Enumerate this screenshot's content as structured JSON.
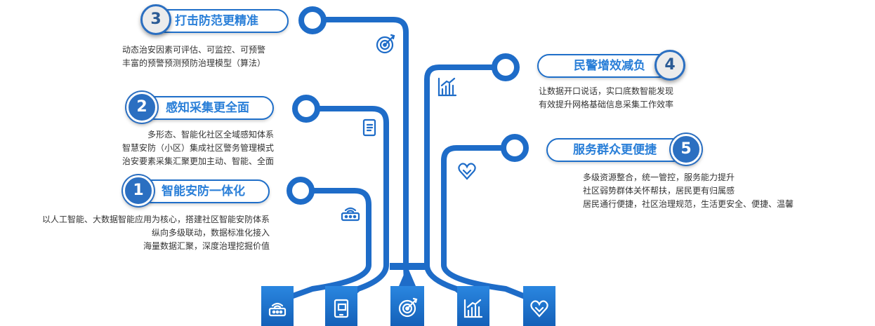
{
  "items": [
    {
      "num": "1",
      "title": "智能安防一体化",
      "lines": [
        "以人工智能、大数据智能应用为核心，搭建社区智能安防体系",
        "纵向多级联动，数据标准化接入",
        "海量数据汇聚，深度治理挖掘价值"
      ]
    },
    {
      "num": "2",
      "title": "感知采集更全面",
      "lines": [
        "多形态、智能化社区全域感知体系",
        "智慧安防（小区）集成社区警务管理模式",
        "治安要素采集汇聚更加主动、智能、全面"
      ]
    },
    {
      "num": "3",
      "title": "打击防范更精准",
      "lines": [
        "动态治安因素可评估、可监控、可预警",
        "丰富的预警预测预防治理模型（算法）"
      ]
    },
    {
      "num": "4",
      "title": "民警增效减负",
      "lines": [
        "让数据开口说话，实口底数智能发现",
        "有效提升网格基础信息采集工作效率"
      ]
    },
    {
      "num": "5",
      "title": "服务群众更便捷",
      "lines": [
        "多级资源整合，统一管控，服务能力提升",
        "社区弱势群体关怀帮扶，居民更有归属感",
        "居民通行便捷，社区治理规范，生活更安全、便捷、温馨"
      ]
    }
  ],
  "icons": [
    "router-icon",
    "tablet-icon",
    "target-icon",
    "growth-chart-icon",
    "heart-hand-icon"
  ],
  "colors": {
    "primary": "#1e6cc8",
    "accent": "#2a7fd8",
    "text": "#333333"
  }
}
